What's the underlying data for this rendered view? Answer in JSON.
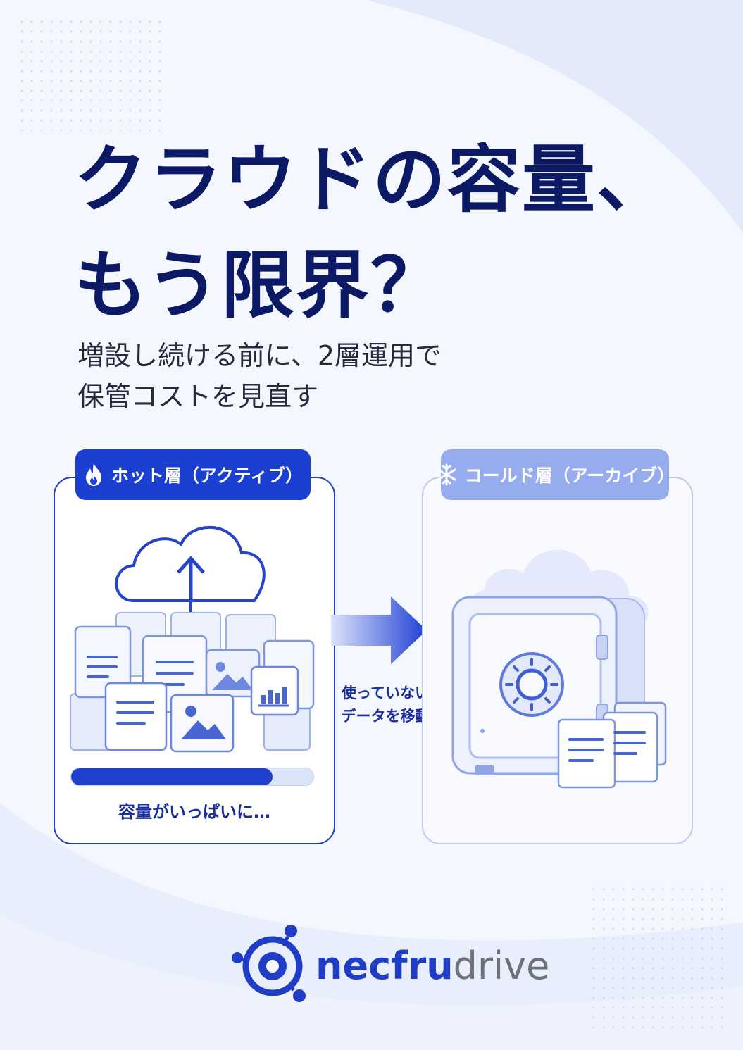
{
  "headline": {
    "line1": "クラウドの容量、",
    "line2": "もう限界？"
  },
  "subheadline": {
    "line1": "増設し続ける前に、2層運用で",
    "line2": "保管コストを見直す"
  },
  "hot_tier": {
    "label": "ホット層（アクティブ）",
    "icon": "flame-icon",
    "usage_fraction": 0.83,
    "caption": "容量がいっぱいに…"
  },
  "cold_tier": {
    "label": "コールド層（アーカイブ）",
    "icon": "snowflake-icon"
  },
  "transfer": {
    "line1": "使っていない",
    "line2": "データを移動"
  },
  "brand": {
    "name_part1": "necfru",
    "name_part2": "drive"
  },
  "colors": {
    "primary": "#1b3fd0",
    "navy": "#0c1a66",
    "cold_accent": "#97acee",
    "background": "#f4f7fd"
  }
}
